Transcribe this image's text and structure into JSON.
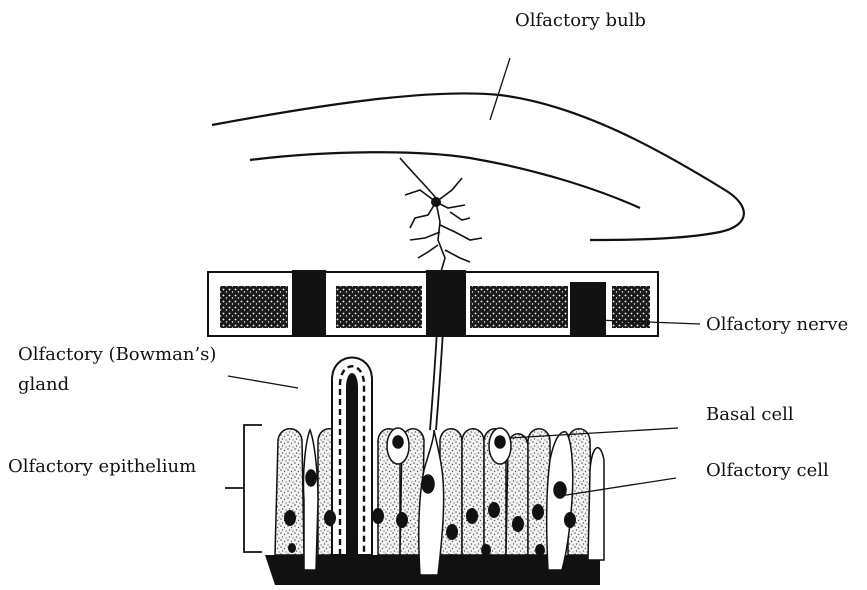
{
  "labels": {
    "olfactory_bulb": "Olfactory bulb",
    "olfactory_nerve": "Olfactory nerve",
    "bowman_gland_line1": "Olfactory (Bowman’s)",
    "bowman_gland_line2": "gland",
    "basal_cell": "Basal cell",
    "olfactory_epithelium": "Olfactory epithelium",
    "olfactory_cell": "Olfactory cell"
  },
  "colors": {
    "ink": "#111111",
    "stipple": "#555555",
    "background": "#ffffff"
  }
}
